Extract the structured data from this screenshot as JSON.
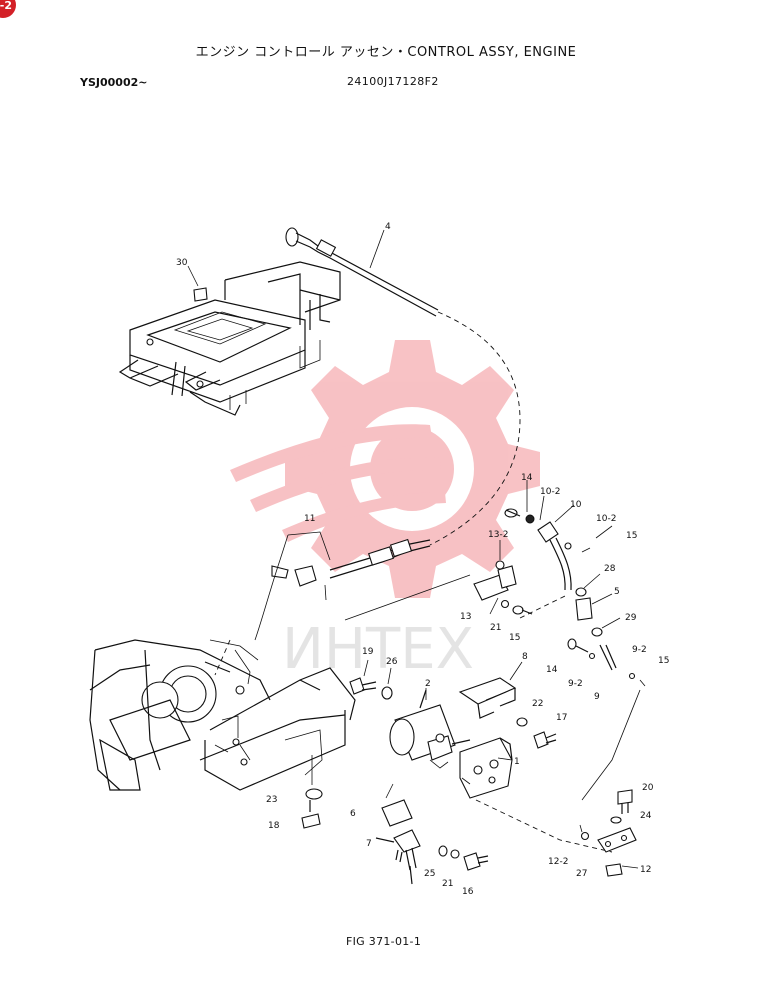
{
  "header": {
    "page_tab": "-2",
    "title": "エンジン コントロール アッセン・CONTROL ASSY, ENGINE",
    "serial": "YSJ00002~",
    "part_number": "24100J17128F2"
  },
  "watermark": {
    "text": "ИНТЕХ",
    "color": "#e8404a"
  },
  "callouts": [
    "4",
    "30",
    "11",
    "14",
    "10-2",
    "10",
    "10-2",
    "15",
    "13-2",
    "28",
    "5",
    "13",
    "21",
    "15",
    "29",
    "19",
    "26",
    "8",
    "14",
    "9-2",
    "15",
    "9-2",
    "9",
    "2",
    "22",
    "17",
    "1",
    "23",
    "20",
    "24",
    "18",
    "6",
    "7",
    "12-2",
    "12",
    "27",
    "25",
    "21",
    "16"
  ],
  "footer": {
    "figure": "FIG 371-01-1"
  }
}
